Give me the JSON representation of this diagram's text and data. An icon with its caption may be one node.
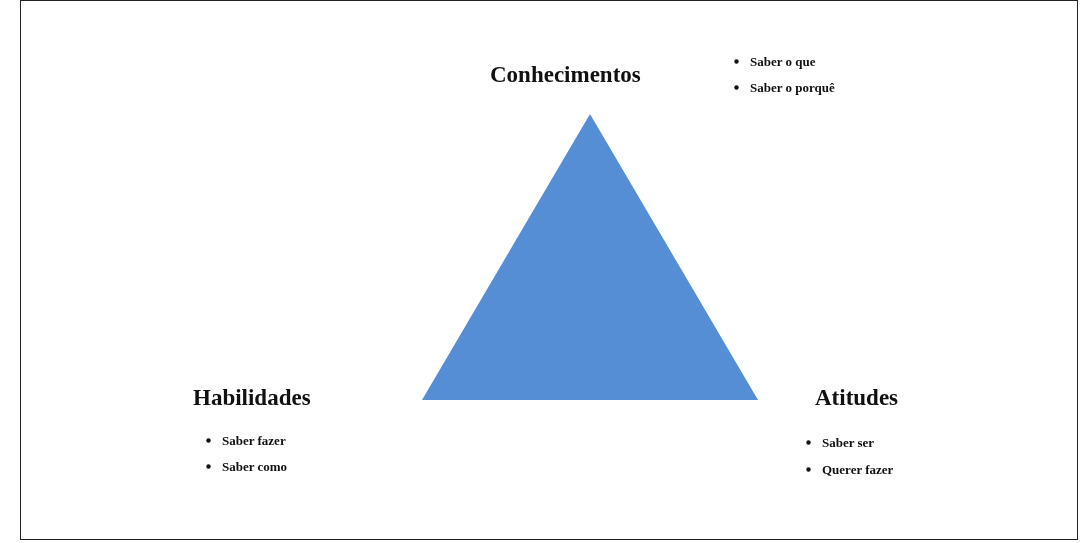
{
  "diagram": {
    "labels": [
      "Conhecimentos",
      "Saber o que",
      "Saber o porquê",
      "Habilidades",
      "Atitudes",
      "Saber fazer",
      "Saber como",
      "Saber ser",
      "Querer fazer"
    ]
  }
}
